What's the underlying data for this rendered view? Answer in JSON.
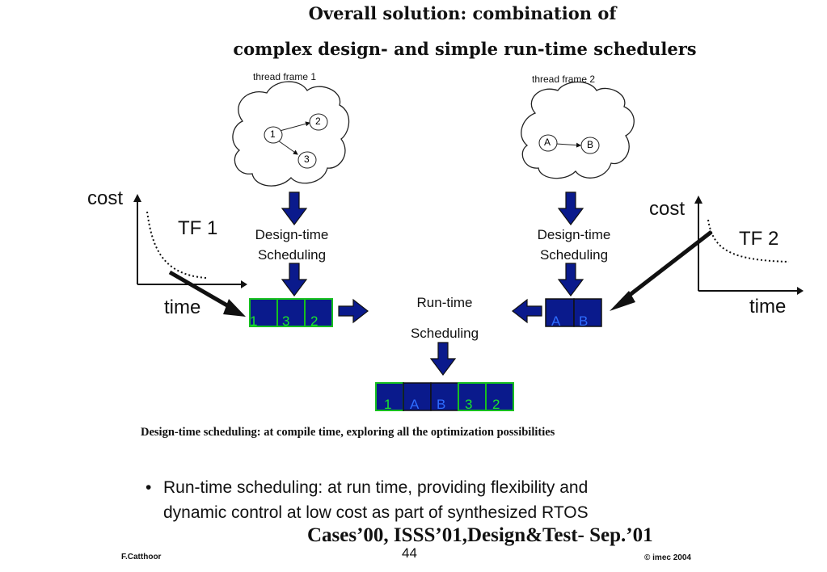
{
  "title": {
    "line1": "Overall solution: combination of",
    "line2": "complex design- and simple run-time schedulers"
  },
  "thread_frames": [
    {
      "label": "thread frame 1",
      "nodes": [
        "1",
        "2",
        "3"
      ]
    },
    {
      "label": "thread frame 2",
      "nodes": [
        "A",
        "B"
      ]
    }
  ],
  "design_time": {
    "line1": "Design-time",
    "line2": "Scheduling"
  },
  "run_time": {
    "line1": "Run-time",
    "line2": "Scheduling"
  },
  "schedules": {
    "left": [
      "1",
      "3",
      "2"
    ],
    "right": [
      "A",
      "B"
    ],
    "merged": [
      "1",
      "A",
      "B",
      "3",
      "2"
    ]
  },
  "tf1": {
    "name": "TF 1",
    "ylabel": "cost",
    "xlabel": "time"
  },
  "tf2": {
    "name": "TF 2",
    "ylabel": "cost",
    "xlabel": "time"
  },
  "caption": "Design-time scheduling: at compile time, exploring all the optimization possibilities",
  "bullet": {
    "marker": "•",
    "line1": "Run-time scheduling: at run time, providing flexibility and",
    "line2": "dynamic control at low cost as part of synthesized RTOS"
  },
  "reference": "Cases’00, ISSS’01,Design&Test- Sep.’01",
  "footer": {
    "author": "F.Catthoor",
    "page": "44",
    "copyright": "© imec 2004"
  },
  "colors": {
    "arrow_fill": "#0a1a8c",
    "box_fill": "#0a1a8c",
    "box_border": "#16c01f",
    "green_text": "#19e62a",
    "blue_text": "#2e6dff"
  }
}
